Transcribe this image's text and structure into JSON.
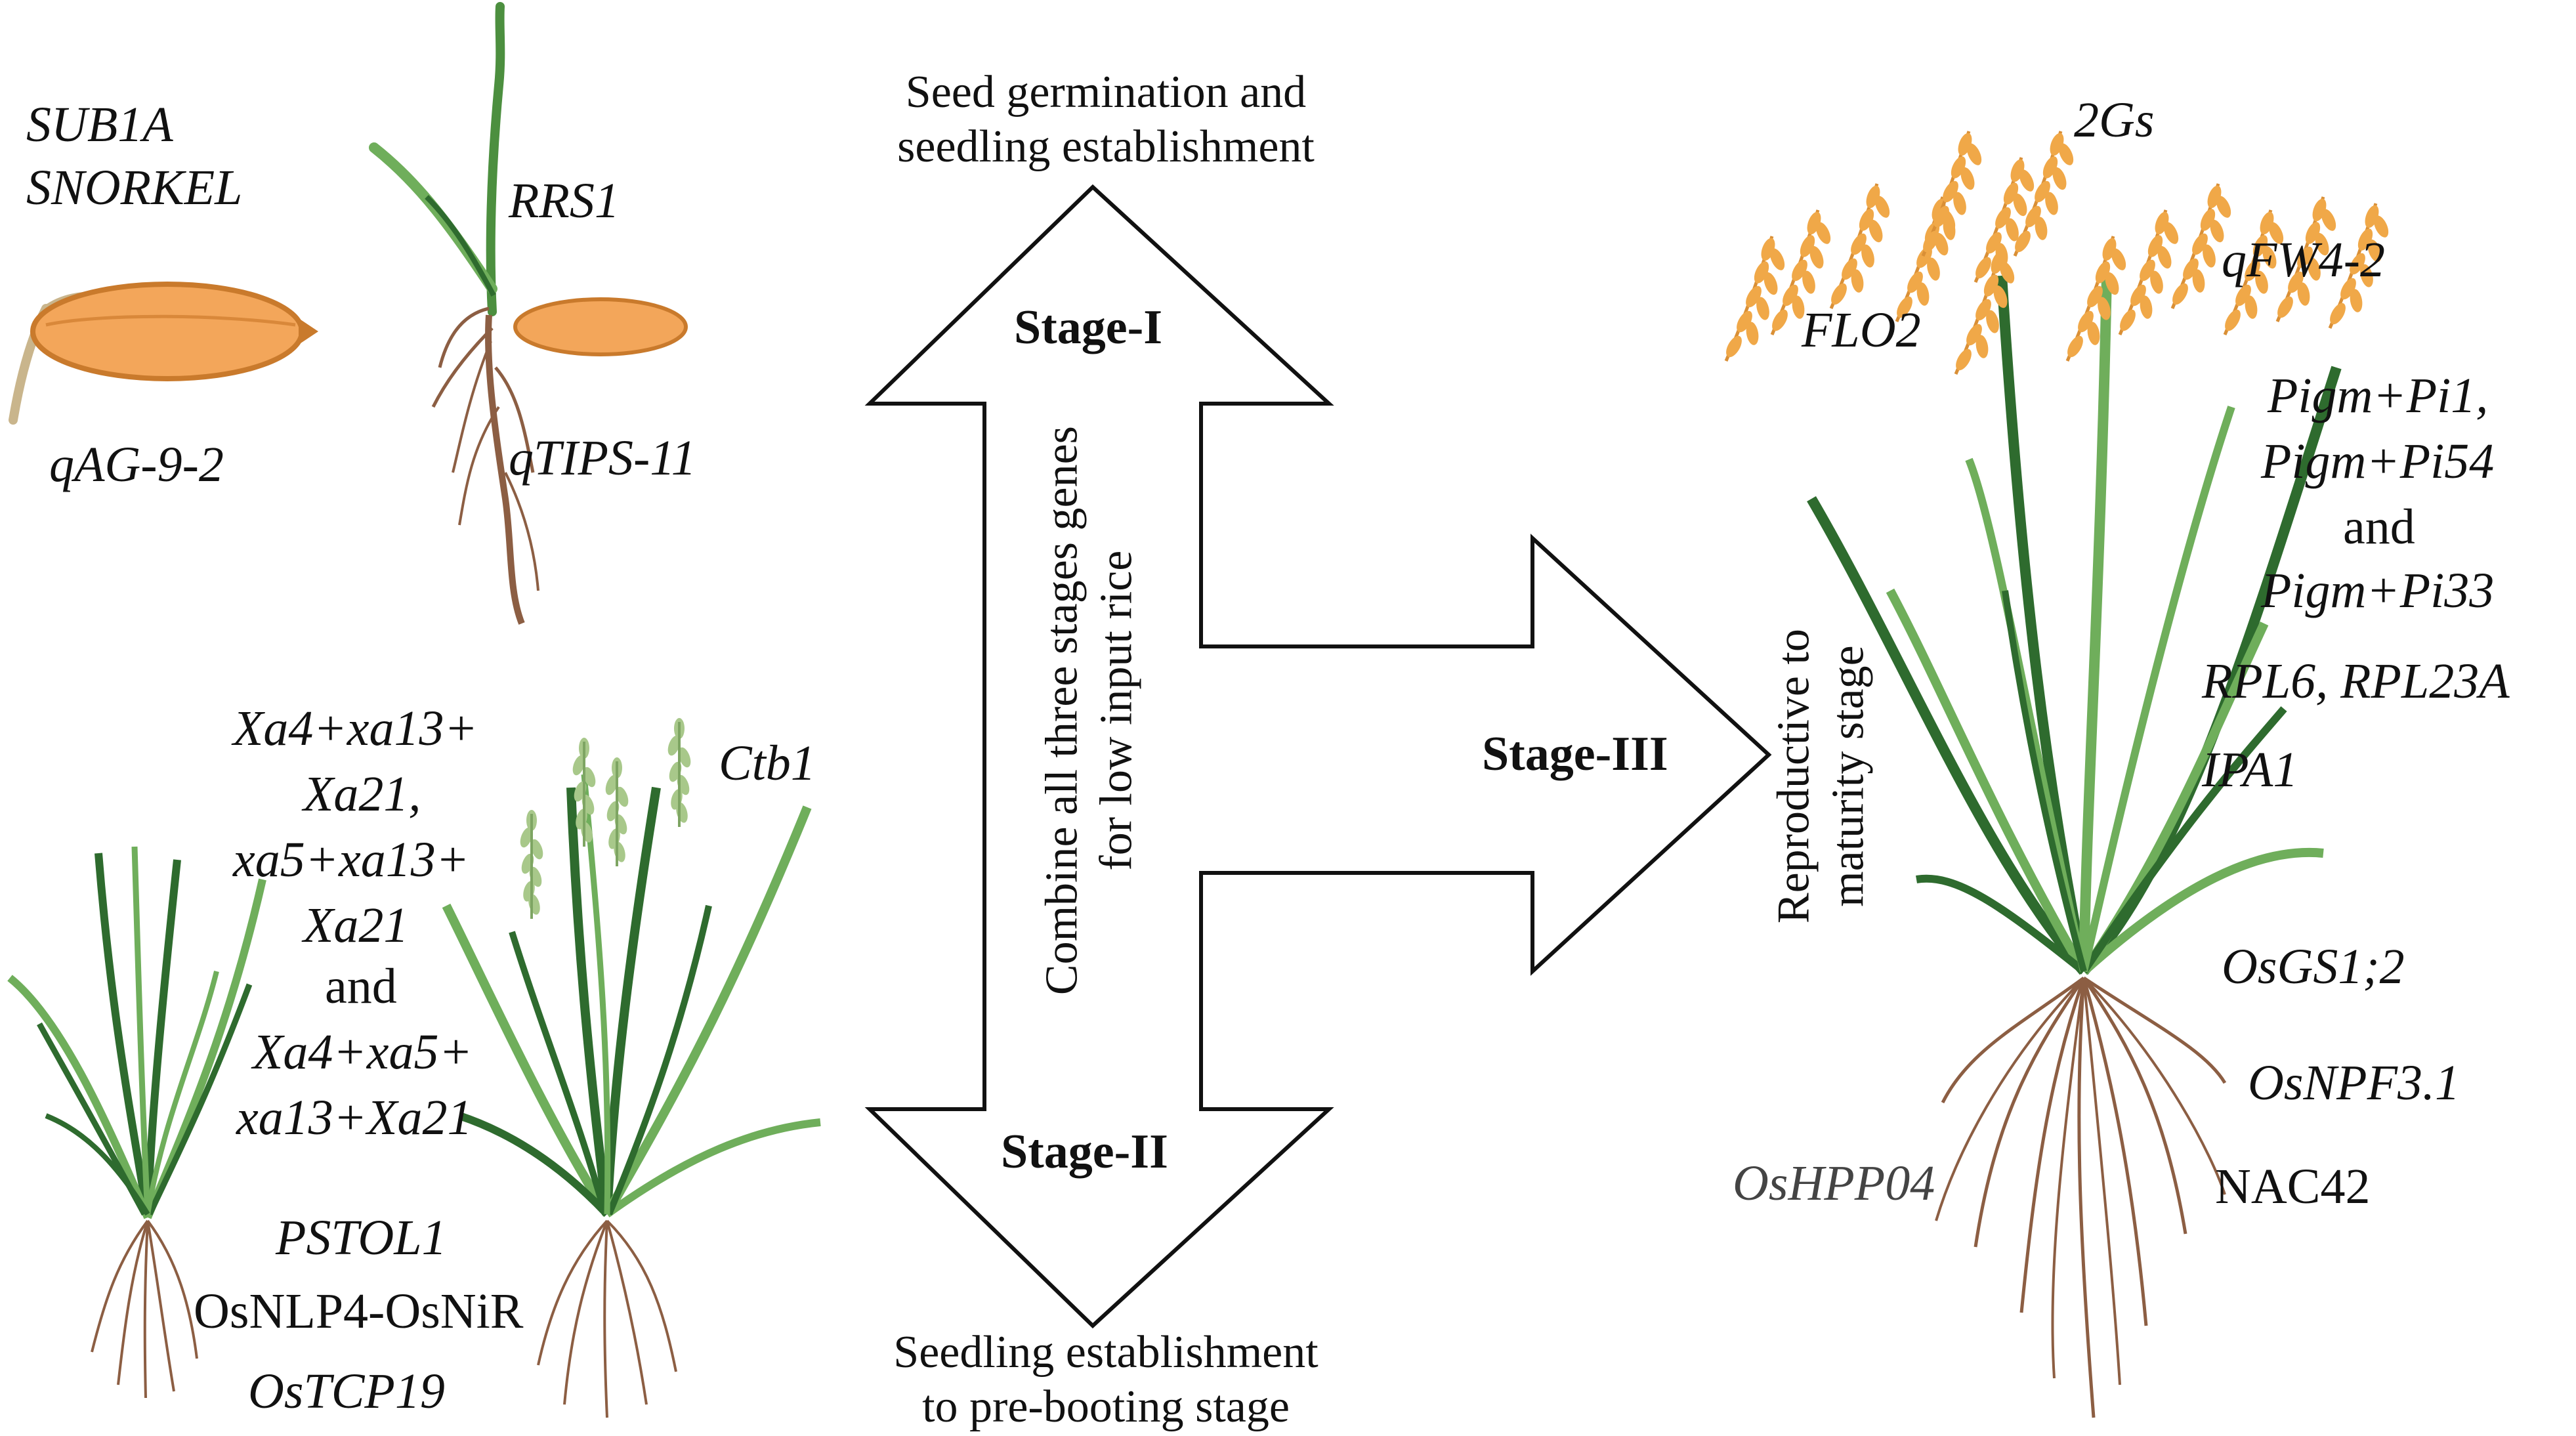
{
  "colors": {
    "seed_fill": "#f3a65a",
    "seed_stroke": "#c97a2c",
    "leaf_dark": "#2e6b2e",
    "leaf_light": "#6fae5b",
    "panicle_orange": "#f0a848",
    "panicle_green": "#a8c88a",
    "root_brown": "#8c5e43",
    "arrow_stroke": "#111111"
  },
  "stage1": {
    "top_caption": [
      "Seed germination and",
      "seedling establishment"
    ],
    "label": "Stage-I",
    "seed_genes_top": [
      "SUB1A",
      "SNORKEL"
    ],
    "seed_gene_bottom": "qAG-9-2",
    "seedling_gene_top": "RRS1",
    "seedling_gene_bottom": "qTIPS-11"
  },
  "stage2": {
    "label": "Stage-II",
    "bottom_caption": [
      "Seedling establishment",
      "to pre-booting stage"
    ],
    "bb_genes": [
      "Xa4+xa13+",
      "Xa21,",
      "xa5+xa13+",
      "Xa21"
    ],
    "and_word": "and",
    "bb_genes_last": [
      "Xa4+xa5+",
      "xa13+Xa21"
    ],
    "cold_gene": "Ctb1",
    "nutrient_genes": [
      "PSTOL1",
      "OsNLP4-OsNiR",
      "OsTCP19"
    ]
  },
  "center": {
    "vertical_text": [
      "Combine all three stages genes",
      "for low input rice"
    ]
  },
  "stage3": {
    "label": "Stage-III",
    "vertical_text": [
      "Reproductive to",
      "maturity stage"
    ],
    "genes_top": "2Gs",
    "gene_qfw": "qFW4-2",
    "gene_flo": "FLO2",
    "blast_genes": [
      "Pigm+Pi1,",
      "Pigm+Pi54"
    ],
    "and_word": "and",
    "blast_gene_last": "Pigm+Pi33",
    "rpl_genes": "RPL6, RPL23A",
    "ipa_gene": "IPA1",
    "root_genes": [
      "OsGS1;2",
      "OsNPF3.1"
    ],
    "root_gene_left": "OsHPP04",
    "root_gene_nac": "NAC42"
  }
}
